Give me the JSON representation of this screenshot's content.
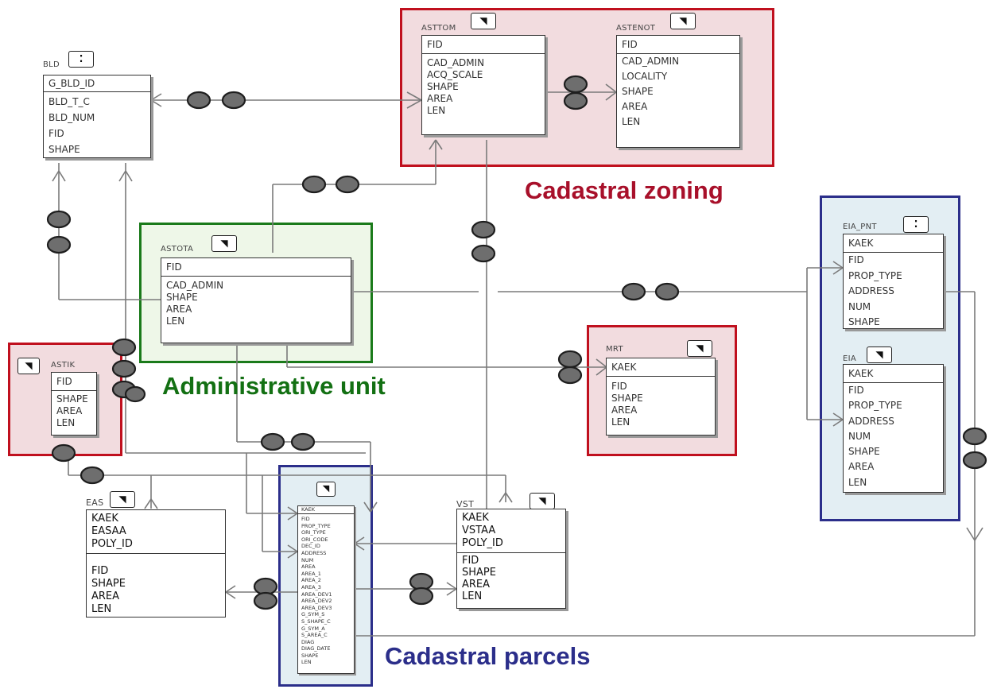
{
  "zones": {
    "cadastral_zoning": "Cadastral zoning",
    "administrative_unit": "Administrative unit",
    "cadastral_parcels": "Cadastral parcels"
  },
  "colors": {
    "red": "#c0101e",
    "green": "#1a7a1a",
    "blue": "#2b2e8a"
  },
  "entities": {
    "bld": {
      "name": "BLD",
      "icon": "point-icon",
      "pk": "G_BLD_ID",
      "attrs": [
        "BLD_T_C",
        "BLD_NUM",
        "FID",
        "SHAPE"
      ]
    },
    "asttom": {
      "name": "ASTTOM",
      "icon": "polygon-icon",
      "pk": "FID",
      "attrs": [
        "CAD_ADMIN",
        "ACQ_SCALE",
        "SHAPE",
        "AREA",
        "LEN"
      ]
    },
    "astenot": {
      "name": "ASTENOT",
      "icon": "polygon-icon",
      "pk": "FID",
      "attrs": [
        "CAD_ADMIN",
        "LOCALITY",
        "SHAPE",
        "AREA",
        "LEN"
      ]
    },
    "astota": {
      "name": "ASTOTA",
      "icon": "polygon-icon",
      "pk": "FID",
      "attrs": [
        "CAD_ADMIN",
        "SHAPE",
        "AREA",
        "LEN"
      ]
    },
    "astik": {
      "name": "ASTIK",
      "icon": "polygon-icon",
      "pk": "FID",
      "attrs": [
        "SHAPE",
        "AREA",
        "LEN"
      ]
    },
    "mrt": {
      "name": "MRT",
      "icon": "polygon-icon",
      "pk": "KAEK",
      "attrs": [
        "FID",
        "SHAPE",
        "AREA",
        "LEN"
      ]
    },
    "eia_pnt": {
      "name": "EIA_PNT",
      "icon": "point-icon",
      "pk": "KAEK",
      "attrs": [
        "FID",
        "PROP_TYPE",
        "ADDRESS",
        "NUM",
        "SHAPE"
      ]
    },
    "eia": {
      "name": "EIA",
      "icon": "polygon-icon",
      "pk": "KAEK",
      "attrs": [
        "FID",
        "PROP_TYPE",
        "ADDRESS",
        "NUM",
        "SHAPE",
        "AREA",
        "LEN"
      ]
    },
    "eas": {
      "name": "EAS",
      "icon": "polygon-icon",
      "pk_group": [
        "KAEK",
        "EASAA",
        "POLY_ID"
      ],
      "attrs": [
        "FID",
        "SHAPE",
        "AREA",
        "LEN"
      ]
    },
    "vst": {
      "name": "VST",
      "icon": "polygon-icon",
      "pk_group": [
        "KAEK",
        "VSTAA",
        "POLY_ID"
      ],
      "attrs": [
        "FID",
        "SHAPE",
        "AREA",
        "LEN"
      ]
    },
    "parcel": {
      "name": "",
      "icon": "polygon-icon",
      "pk": "KAEK",
      "attrs": [
        "FID",
        "PROP_TYPE",
        "ORI_TYPE",
        "ORI_CODE",
        "DEC_ID",
        "ADDRESS",
        "NUM",
        "AREA",
        "AREA_1",
        "AREA_2",
        "AREA_3",
        "AREA_DEV1",
        "AREA_DEV2",
        "AREA_DEV3",
        "G_SYM_S",
        "S_SHAPE_C",
        "G_SYM_A",
        "S_AREA_C",
        "DIAG",
        "DIAG_DATE",
        "SHAPE",
        "LEN"
      ]
    }
  },
  "icon_glyphs": {
    "point-icon": "⁚",
    "polygon-icon": "◥"
  }
}
